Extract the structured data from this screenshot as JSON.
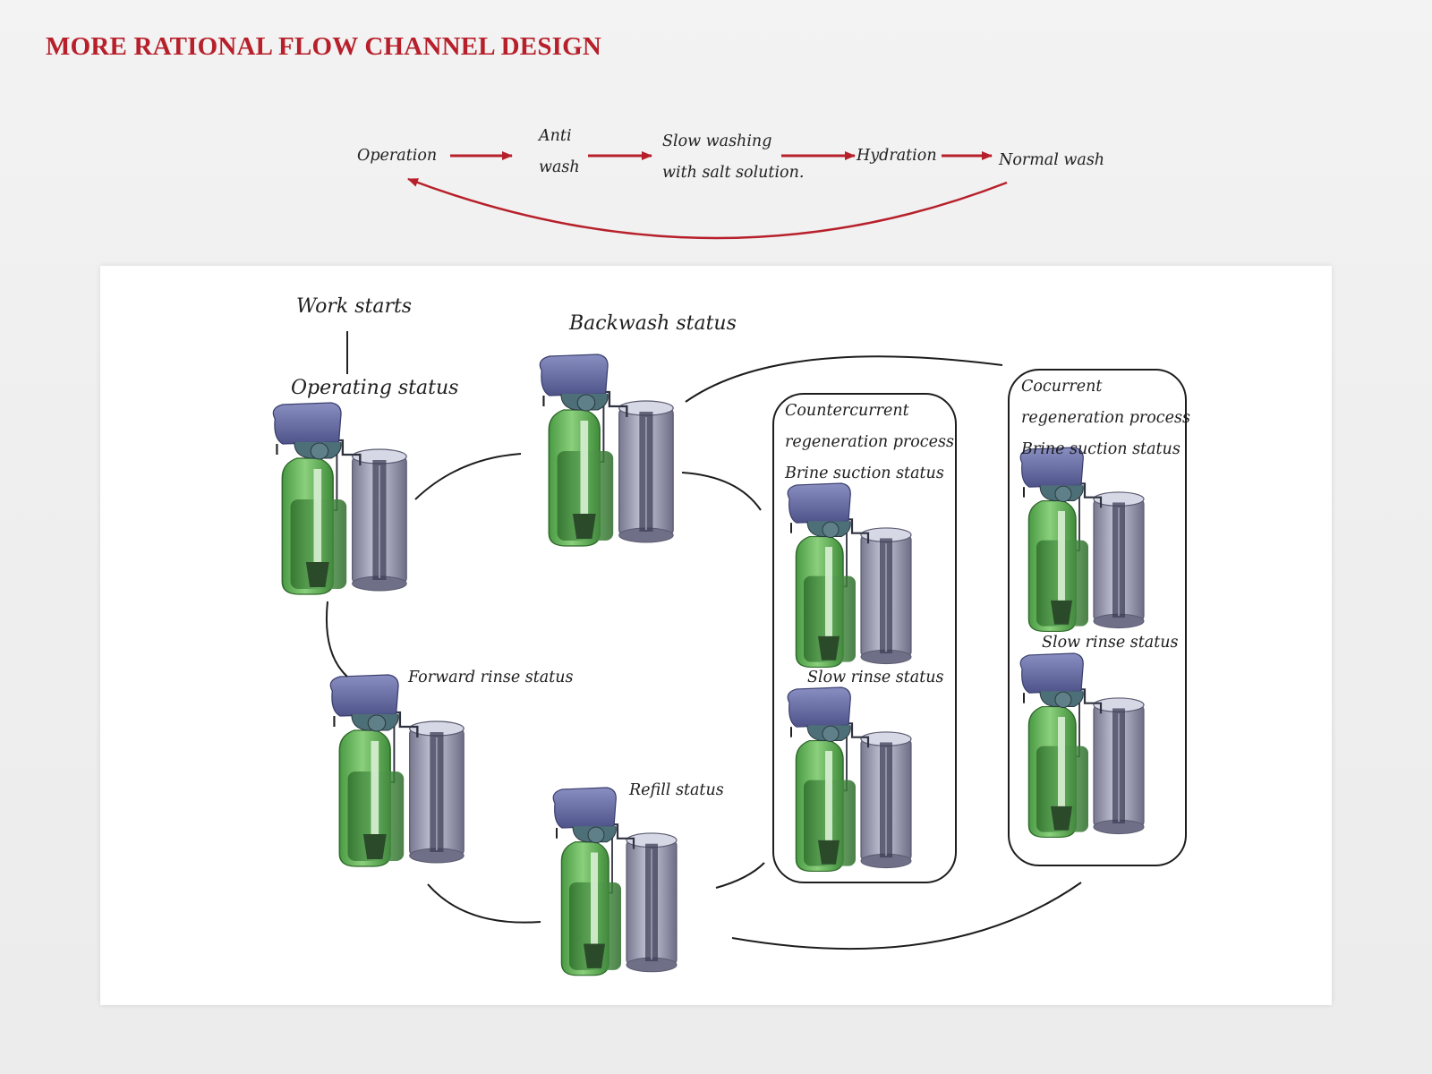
{
  "page": {
    "title": "MORE RATIONAL FLOW CHANNEL DESIGN"
  },
  "flow": {
    "steps": [
      {
        "lines": [
          "Operation"
        ]
      },
      {
        "lines": [
          "Anti",
          "wash"
        ]
      },
      {
        "lines": [
          "Slow washing",
          "with salt solution."
        ]
      },
      {
        "lines": [
          "Hydration"
        ]
      },
      {
        "lines": [
          "Normal wash"
        ]
      }
    ],
    "arrow_color": "#b7202a"
  },
  "diagram": {
    "work_starts": "Work starts",
    "states": {
      "operating": "Operating status",
      "backwash": "Backwash status",
      "forward_rinse": "Forward rinse status",
      "refill": "Refill status"
    },
    "countercurrent": {
      "lines": [
        "Countercurrent",
        "regeneration process",
        "Brine suction status"
      ],
      "slow_rinse": "Slow rinse status"
    },
    "cocurrent": {
      "lines": [
        "Cocurrent",
        "regeneration process",
        "Brine suction status"
      ],
      "slow_rinse": "Slow rinse status"
    }
  },
  "colors": {
    "title": "#b7202a",
    "tank_green": "#5fae55",
    "brine_tank": "#8d8ea8",
    "valve_head": "#6a6fa6"
  }
}
